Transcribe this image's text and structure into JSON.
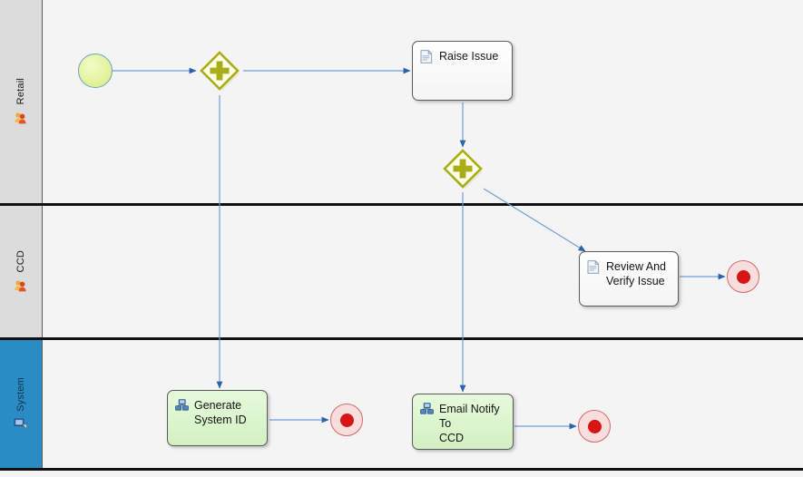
{
  "diagram": {
    "type": "bpmn-pool",
    "background_color": "#f4f4f4",
    "lane_header_color": "#dcdcdc",
    "selected_lane_color": "#2a8cc4",
    "flow_color": "#4a7ebb",
    "gateway_color": "#a8ad18",
    "start_event_color": "#ddf18e",
    "end_event_color": "#d61515",
    "service_task_color": "#ddf5cf"
  },
  "lanes": [
    {
      "id": "retail",
      "label": "Retail",
      "icon": "people-icon",
      "selected": false
    },
    {
      "id": "ccd",
      "label": "CCD",
      "icon": "people-icon",
      "selected": false
    },
    {
      "id": "system",
      "label": "System",
      "icon": "computer-icon",
      "selected": true
    }
  ],
  "nodes": [
    {
      "id": "start",
      "kind": "start-event",
      "label": "",
      "lane": "retail"
    },
    {
      "id": "gw1",
      "kind": "parallel-gateway",
      "label": "",
      "lane": "retail"
    },
    {
      "id": "raise-issue",
      "kind": "user-task",
      "label": "Raise Issue",
      "icon": "document-icon",
      "lane": "retail"
    },
    {
      "id": "gw2",
      "kind": "parallel-gateway",
      "label": "",
      "lane": "retail"
    },
    {
      "id": "review-verify-issue",
      "kind": "user-task",
      "label": "Review And\nVerify Issue",
      "icon": "document-icon",
      "lane": "ccd"
    },
    {
      "id": "end-ccd",
      "kind": "end-event",
      "label": "",
      "lane": "ccd"
    },
    {
      "id": "generate-system-id",
      "kind": "service-task",
      "label": "Generate\nSystem ID",
      "icon": "computer-icon",
      "lane": "system"
    },
    {
      "id": "end-system-1",
      "kind": "end-event",
      "label": "",
      "lane": "system"
    },
    {
      "id": "email-notify-ccd",
      "kind": "service-task",
      "label": "Email Notify To\nCCD",
      "icon": "computer-icon",
      "lane": "system"
    },
    {
      "id": "end-system-2",
      "kind": "end-event",
      "label": "",
      "lane": "system"
    }
  ],
  "flows": [
    {
      "from": "start",
      "to": "gw1",
      "label": ""
    },
    {
      "from": "gw1",
      "to": "raise-issue",
      "label": ""
    },
    {
      "from": "gw1",
      "to": "generate-system-id",
      "label": ""
    },
    {
      "from": "raise-issue",
      "to": "gw2",
      "label": ""
    },
    {
      "from": "gw2",
      "to": "review-verify-issue",
      "label": ""
    },
    {
      "from": "gw2",
      "to": "email-notify-ccd",
      "label": ""
    },
    {
      "from": "review-verify-issue",
      "to": "end-ccd",
      "label": ""
    },
    {
      "from": "generate-system-id",
      "to": "end-system-1",
      "label": ""
    },
    {
      "from": "email-notify-ccd",
      "to": "end-system-2",
      "label": ""
    }
  ]
}
